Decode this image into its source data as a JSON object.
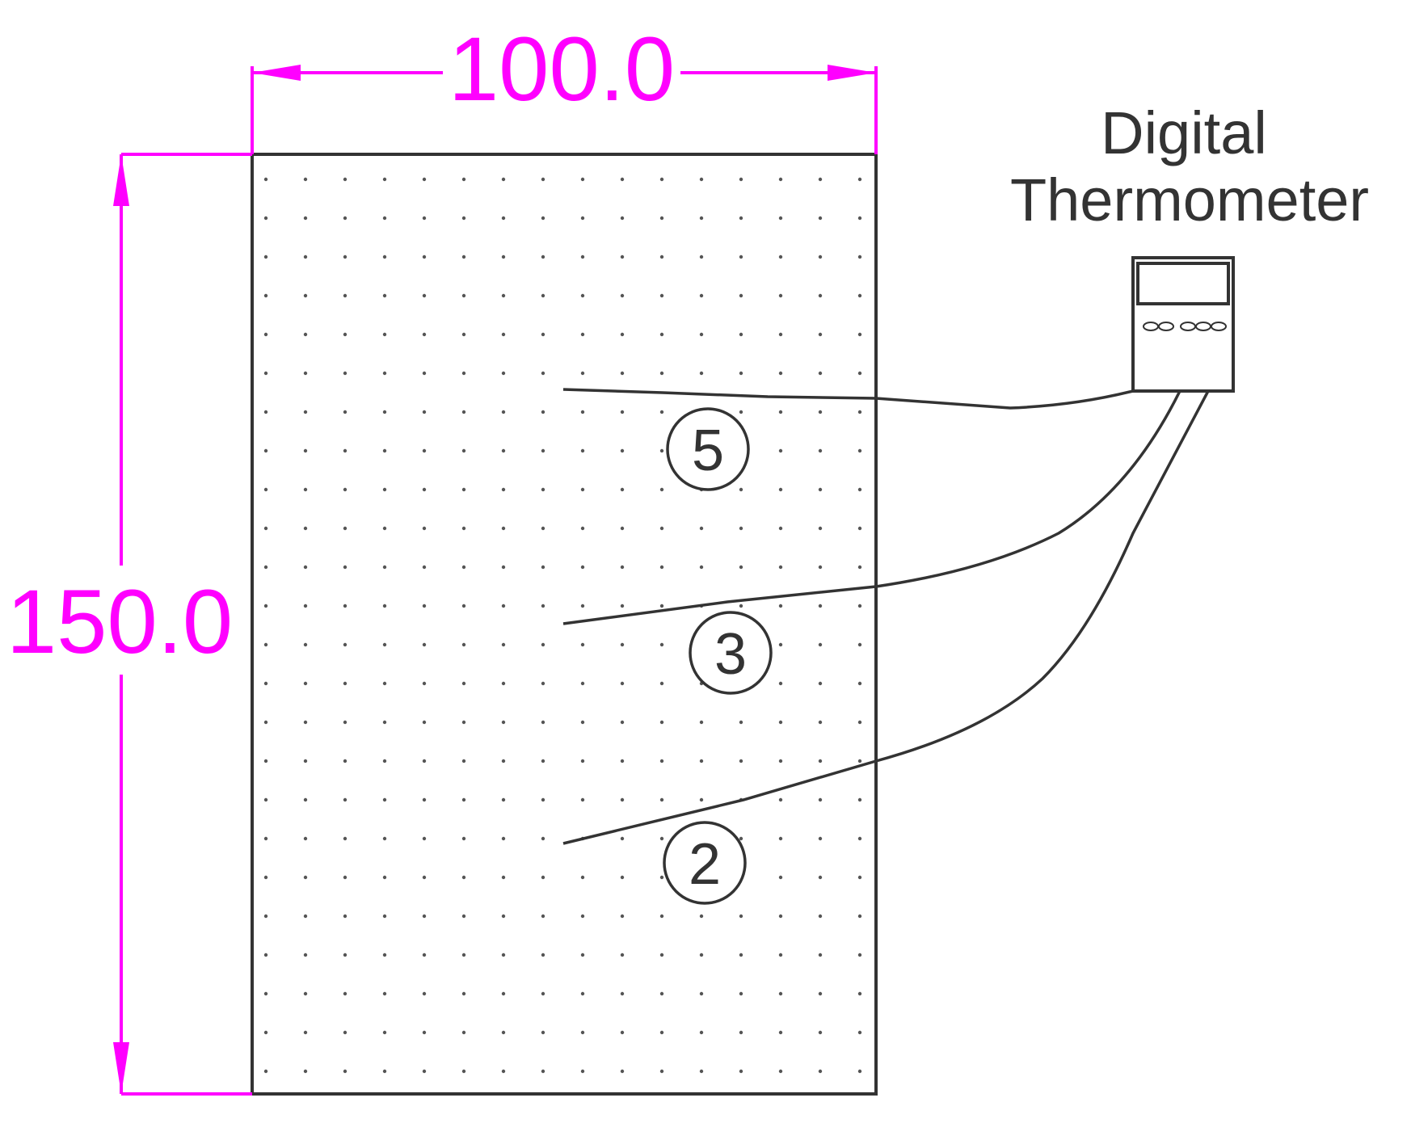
{
  "dimensions": {
    "width_label": "100.0",
    "height_label": "150.0",
    "color": "#ff00ff"
  },
  "thermometer": {
    "label_line1": "Digital",
    "label_line2": "Thermometer",
    "icon": "digital-thermometer-icon"
  },
  "probes": [
    {
      "number": "5"
    },
    {
      "number": "3"
    },
    {
      "number": "2"
    }
  ],
  "colors": {
    "stroke": "#333333",
    "dimension": "#ff00ff",
    "dot": "#555555"
  }
}
